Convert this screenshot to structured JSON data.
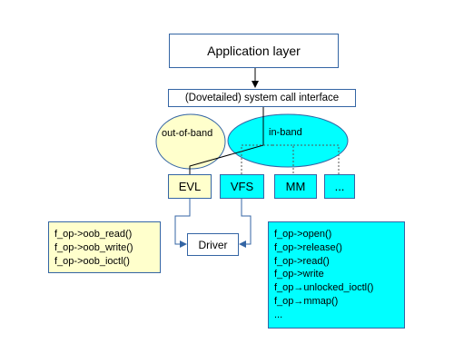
{
  "labels": {
    "application_layer": "Application layer",
    "syscall_interface": "(Dovetailed) system call interface",
    "out_of_band": "out-of-band",
    "in_band": "in-band",
    "driver": "Driver"
  },
  "subsystems": {
    "evl": "EVL",
    "vfs": "VFS",
    "mm": "MM",
    "more": "..."
  },
  "oob_ops": [
    "f_op->oob_read()",
    "f_op->oob_write()",
    "f_op->oob_ioctl()"
  ],
  "inband_ops": [
    "f_op->open()",
    "f_op->release()",
    "f_op->read()",
    "f_op->write",
    "f_op→unlocked_ioctl()",
    "f_op→mmap()",
    "..."
  ],
  "colors": {
    "out_of_band_fill": "#ffffcc",
    "in_band_fill": "#00ffff",
    "outline": "#3465a4"
  }
}
